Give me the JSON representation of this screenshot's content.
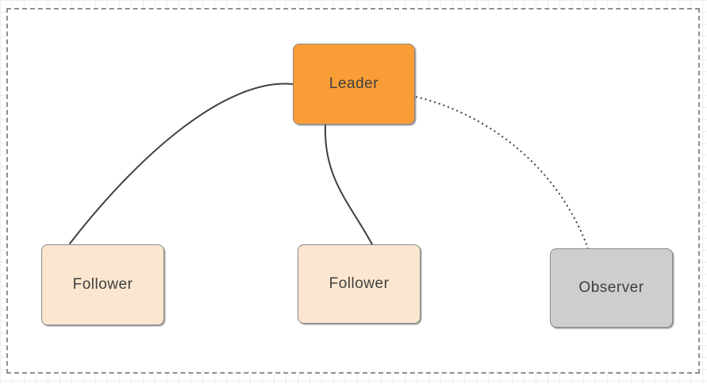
{
  "diagram": {
    "page": {
      "border_style": "dashed",
      "border_color": "#8f8f8f",
      "background": "#ffffff",
      "grid_color": "#eeeeee"
    },
    "nodes": [
      {
        "id": "leader",
        "label": "Leader",
        "fill": "#f99d36",
        "border": "#8a8a8a",
        "text_color": "#3f3f3f"
      },
      {
        "id": "follower-1",
        "label": "Follower",
        "fill": "#fbe6cf",
        "border": "#8a8a8a",
        "text_color": "#3f3f3f"
      },
      {
        "id": "follower-2",
        "label": "Follower",
        "fill": "#fbe6cf",
        "border": "#8a8a8a",
        "text_color": "#3f3f3f"
      },
      {
        "id": "observer",
        "label": "Observer",
        "fill": "#cecece",
        "border": "#8a8a8a",
        "text_color": "#3f3f3f"
      }
    ],
    "edges": [
      {
        "from": "leader",
        "to": "follower-1",
        "line_style": "solid",
        "color": "#3f3f3f"
      },
      {
        "from": "leader",
        "to": "follower-2",
        "line_style": "solid",
        "color": "#3f3f3f"
      },
      {
        "from": "leader",
        "to": "observer",
        "line_style": "dotted",
        "color": "#3f3f3f"
      }
    ]
  }
}
